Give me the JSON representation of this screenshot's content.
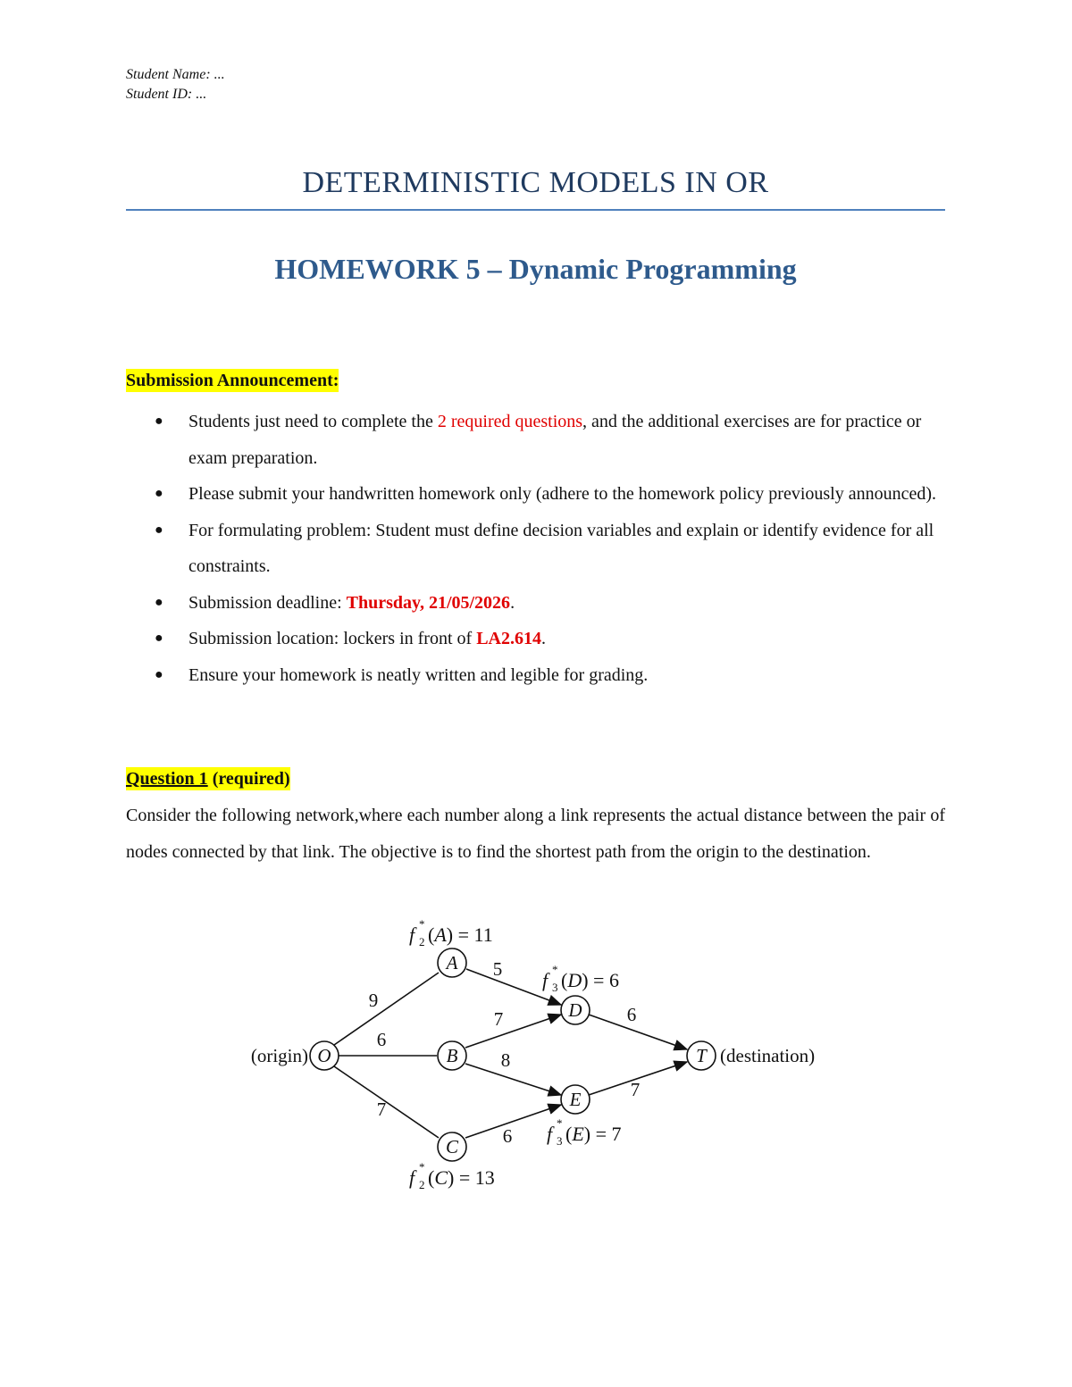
{
  "header": {
    "student_name": "Student Name: ...",
    "student_id": "Student ID: ..."
  },
  "title": "DETERMINISTIC MODELS IN OR",
  "subtitle": "HOMEWORK 5 – Dynamic Programming",
  "announcement": {
    "heading": "Submission Announcement:",
    "b1_pre": "Students just need to complete the ",
    "b1_highlight": "2 required questions",
    "b1_post": ", and the additional exercises are for practice or exam preparation.",
    "b2": "Please submit your handwritten homework only (adhere to the homework policy previously announced).",
    "b3": "For formulating problem: Student must define decision variables and explain or identify evidence for all constraints.",
    "b4_pre": "Submission deadline: ",
    "b4_highlight": "Thursday, 21/05/2026",
    "b4_post": ".",
    "b5_pre": "Submission location: lockers in front of ",
    "b5_highlight": "LA2.614",
    "b5_post": ".",
    "b6": "Ensure your homework is neatly written and legible for grading."
  },
  "question1": {
    "label": "Question 1",
    "tag": " (required)",
    "text": "Consider the following network,where each number along a link represents the actual distance between the pair of nodes connected by that link. The objective is to find the shortest path from the origin to the destination."
  },
  "network": {
    "nodes": {
      "O": "O",
      "A": "A",
      "B": "B",
      "C": "C",
      "D": "D",
      "E": "E",
      "T": "T"
    },
    "labels": {
      "origin": "(origin)",
      "destination": "(destination)",
      "fA": "= 11",
      "fC": "= 13",
      "fD": "= 6",
      "fE": "= 7"
    },
    "edges": {
      "OA": "9",
      "OB": "6",
      "OC": "7",
      "AD": "5",
      "BD": "7",
      "BE": "8",
      "CE": "6",
      "DT": "6",
      "ET": "7"
    }
  }
}
